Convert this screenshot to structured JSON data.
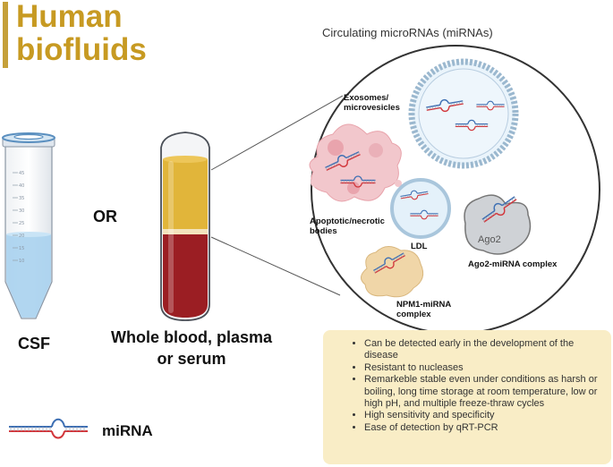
{
  "title": "Human\nbiofluids",
  "circle_title": "Circulating microRNAs (miRNAs)",
  "or_label": "OR",
  "csf_label": "CSF",
  "blood_label": "Whole blood, plasma or serum",
  "legend_label": "miRNA",
  "carriers": {
    "exosomes": "Exosomes/ microvesicles",
    "apoptotic": "Apoptotic/necrotic bodies",
    "ldl": "LDL",
    "ago2_protein": "Ago2",
    "ago2_complex": "Ago2-miRNA complex",
    "npm1": "NPM1-miRNA complex"
  },
  "tube_scale": [
    "45",
    "40",
    "35",
    "30",
    "25",
    "20",
    "15",
    "10"
  ],
  "features": [
    "Can be detected early in the development of the disease",
    "Resistant to nucleases",
    "Remarkeble stable even under conditions as harsh or boiling, long time storage at room temperature, low or high pH, and multiple freeze-thraw cycles",
    "High sensitivity and specificity",
    "Ease of detection by qRT-PCR"
  ],
  "colors": {
    "title_gold": "#c79a22",
    "plasma_yellow": "#e1b53a",
    "blood_red": "#9b1e23",
    "csf_blue": "#a9d2ee",
    "info_box": "#f9edc6",
    "rna_blue": "#3d6fb3",
    "rna_red": "#d2363b"
  }
}
